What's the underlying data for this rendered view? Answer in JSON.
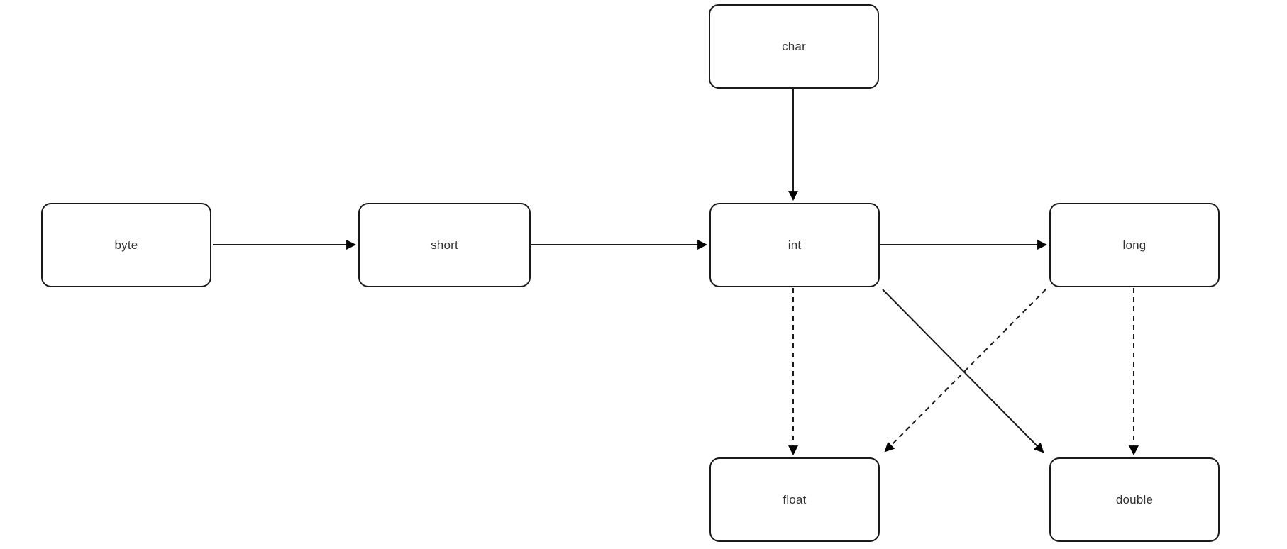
{
  "diagram": {
    "type": "flowchart",
    "description": "Type conversion diagram with rounded-rectangle nodes; solid arrows for widening chain and dashed arrows for lossy conversions",
    "nodes": [
      {
        "id": "char",
        "label": "char"
      },
      {
        "id": "byte",
        "label": "byte"
      },
      {
        "id": "short",
        "label": "short"
      },
      {
        "id": "int",
        "label": "int"
      },
      {
        "id": "long",
        "label": "long"
      },
      {
        "id": "float",
        "label": "float"
      },
      {
        "id": "double",
        "label": "double"
      }
    ],
    "edges": [
      {
        "from": "byte",
        "to": "short",
        "style": "solid"
      },
      {
        "from": "short",
        "to": "int",
        "style": "solid"
      },
      {
        "from": "char",
        "to": "int",
        "style": "solid"
      },
      {
        "from": "int",
        "to": "long",
        "style": "solid",
        "color": "#666666"
      },
      {
        "from": "int",
        "to": "float",
        "style": "dashed"
      },
      {
        "from": "int",
        "to": "double",
        "style": "solid"
      },
      {
        "from": "long",
        "to": "float",
        "style": "dashed"
      },
      {
        "from": "long",
        "to": "double",
        "style": "dashed"
      }
    ],
    "colors": {
      "background": "#ffffff",
      "node_fill": "#ffffff",
      "node_border": "#1a1a1a",
      "edge": "#1a1a1a",
      "edge_int_long": "#666666",
      "label": "#333333",
      "arrowhead": "#000000"
    }
  }
}
